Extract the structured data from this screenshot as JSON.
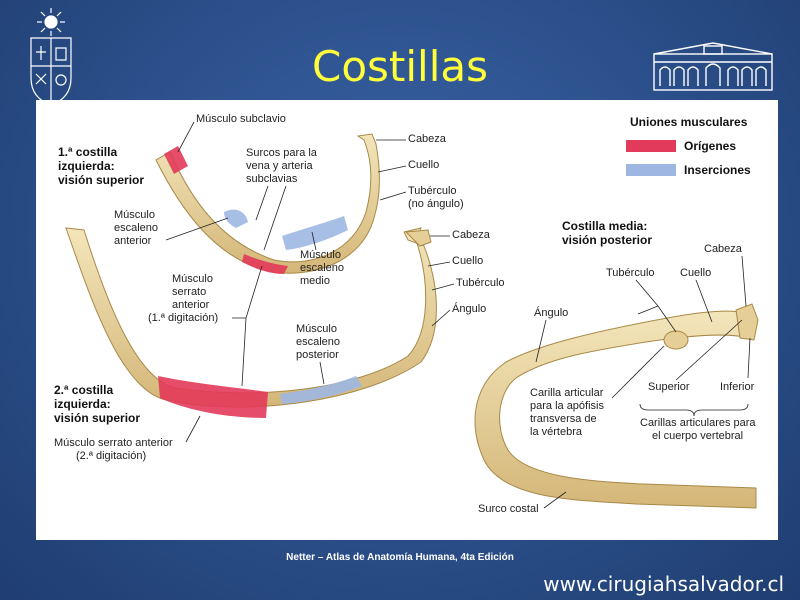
{
  "slide": {
    "title": "Costillas",
    "caption": "Netter – Atlas de Anatomía Humana, 4ta Edición",
    "website": "www.cirugiahsalvador.cl"
  },
  "legend": {
    "title": "Uniones musculares",
    "origins": "Orígenes",
    "insertions": "Inserciones",
    "origin_color": "#e23a5a",
    "insertion_color": "#9db7e2"
  },
  "first_rib": {
    "heading": [
      "1.ª costilla",
      "izquierda:",
      "visión superior"
    ],
    "labels": {
      "subclavio": "Músculo subclavio",
      "surcos": [
        "Surcos para la",
        "vena y arteria",
        "subclavias"
      ],
      "escaleno_anterior": [
        "Músculo",
        "escaleno",
        "anterior"
      ],
      "cabeza": "Cabeza",
      "cuello": "Cuello",
      "tuberculo": [
        "Tubérculo",
        "(no ángulo)"
      ],
      "escaleno_medio": [
        "Músculo",
        "escaleno",
        "medio"
      ],
      "serrato": [
        "Músculo",
        "serrato",
        "anterior",
        "(1.ª digitación)"
      ]
    }
  },
  "second_rib": {
    "heading": [
      "2.ª costilla",
      "izquierda:",
      "visión superior"
    ],
    "labels": {
      "cabeza": "Cabeza",
      "cuello": "Cuello",
      "tuberculo": "Tubérculo",
      "angulo": "Ángulo",
      "escaleno_posterior": [
        "Músculo",
        "escaleno",
        "posterior"
      ],
      "serrato": [
        "Músculo serrato anterior",
        "(2.ª digitación)"
      ]
    }
  },
  "middle_rib": {
    "heading": [
      "Costilla media:",
      "visión posterior"
    ],
    "labels": {
      "cabeza": "Cabeza",
      "tuberculo": "Tubérculo",
      "cuello": "Cuello",
      "angulo": "Ángulo",
      "superior": "Superior",
      "inferior": "Inferior",
      "carilla_apofisis": [
        "Carilla articular",
        "para la apófisis",
        "transversa de",
        "la vértebra"
      ],
      "carillas_cuerpo": [
        "Carillas articulares para",
        "el cuerpo vertebral"
      ],
      "surco_costal": "Surco costal"
    }
  },
  "colors": {
    "bone": "#ead9a4",
    "bone_shade": "#c9ab6a",
    "title": "#ffff3a"
  }
}
